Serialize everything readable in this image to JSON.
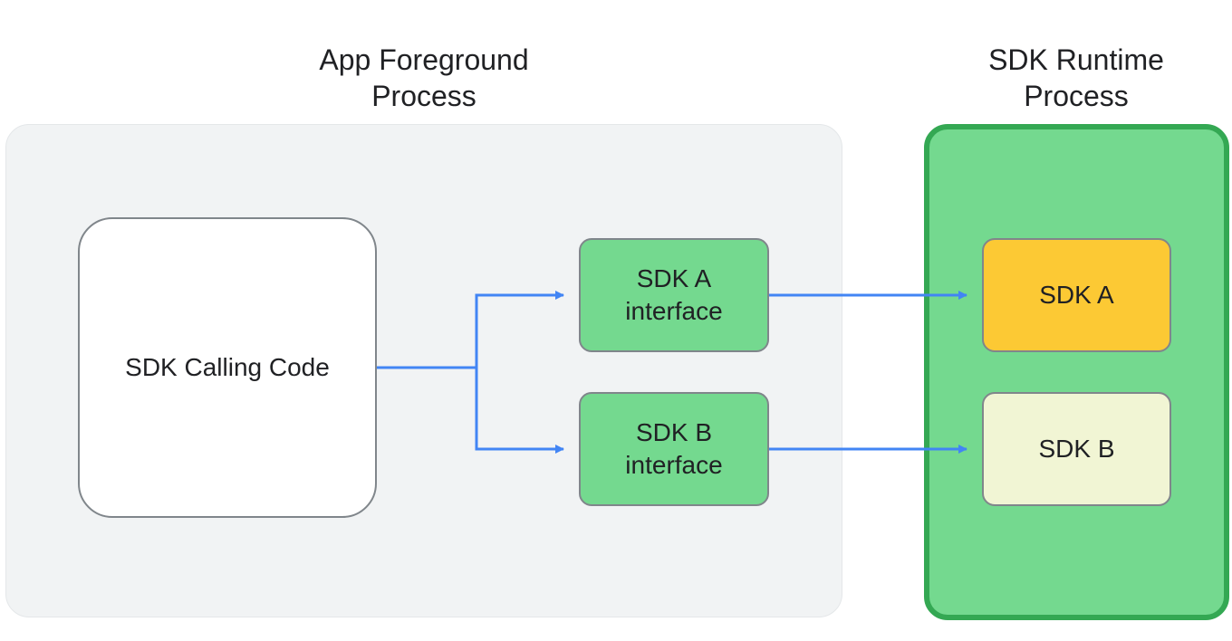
{
  "app_process": {
    "title": "App Foreground\nProcess",
    "calling_code_label": "SDK Calling Code",
    "sdk_a_interface_label": "SDK A\ninterface",
    "sdk_b_interface_label": "SDK B\ninterface"
  },
  "sdk_runtime": {
    "title": "SDK Runtime\nProcess",
    "sdk_a_label": "SDK A",
    "sdk_b_label": "SDK B"
  },
  "colors": {
    "app_process_bg": "#f1f3f4",
    "sdk_process_bg": "#74d98f",
    "sdk_process_border": "#34a853",
    "interface_bg": "#74d98f",
    "sdk_a_bg": "#fcc934",
    "sdk_b_bg": "#f1f5d4",
    "arrow": "#4285f4"
  }
}
